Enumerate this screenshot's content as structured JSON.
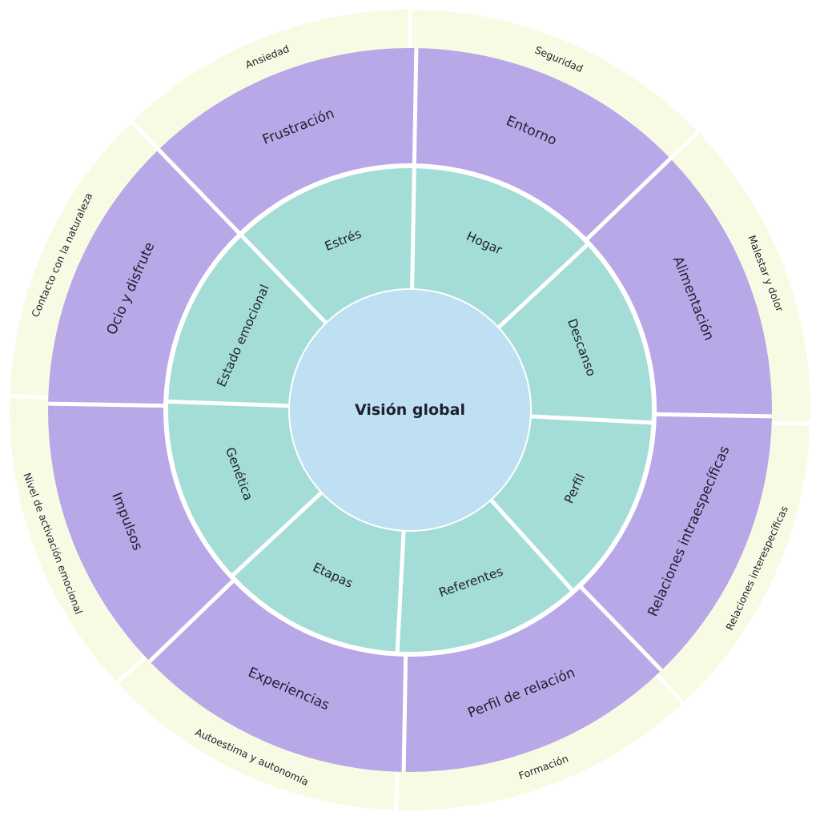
{
  "center": {
    "label": "Visión global",
    "color": "#bfe0f2"
  },
  "colors": {
    "background": "#ffffff",
    "outer_ring": "#f8fbe3",
    "middle_ring": "#b8a8e8",
    "inner_ring": "#a4ddd7",
    "text": "#1f1f2e"
  },
  "outer_ring": [
    {
      "label": "Seguridad"
    },
    {
      "label": "Malestar y dolor"
    },
    {
      "label": "Relaciones interespecíficas"
    },
    {
      "label": "Formación"
    },
    {
      "label": "Autoestima y autonomía"
    },
    {
      "label": "Nivel de activación emocional"
    },
    {
      "label": "Contacto con la naturaleza"
    },
    {
      "label": "Ansiedad"
    }
  ],
  "middle_ring": [
    {
      "label": "Entorno"
    },
    {
      "label": "Alimentación"
    },
    {
      "label": "Relaciones intraespecíficas"
    },
    {
      "label": "Perfil de relación"
    },
    {
      "label": "Experiencias"
    },
    {
      "label": "Impulsos"
    },
    {
      "label": "Ocio y disfrute"
    },
    {
      "label": "Frustración"
    }
  ],
  "inner_ring": [
    {
      "label": "Hogar"
    },
    {
      "label": "Descanso"
    },
    {
      "label": "Perfil"
    },
    {
      "label": "Referentes"
    },
    {
      "label": "Etapas"
    },
    {
      "label": "Genética"
    },
    {
      "label": "Estado emocional"
    },
    {
      "label": "Estrés"
    }
  ]
}
